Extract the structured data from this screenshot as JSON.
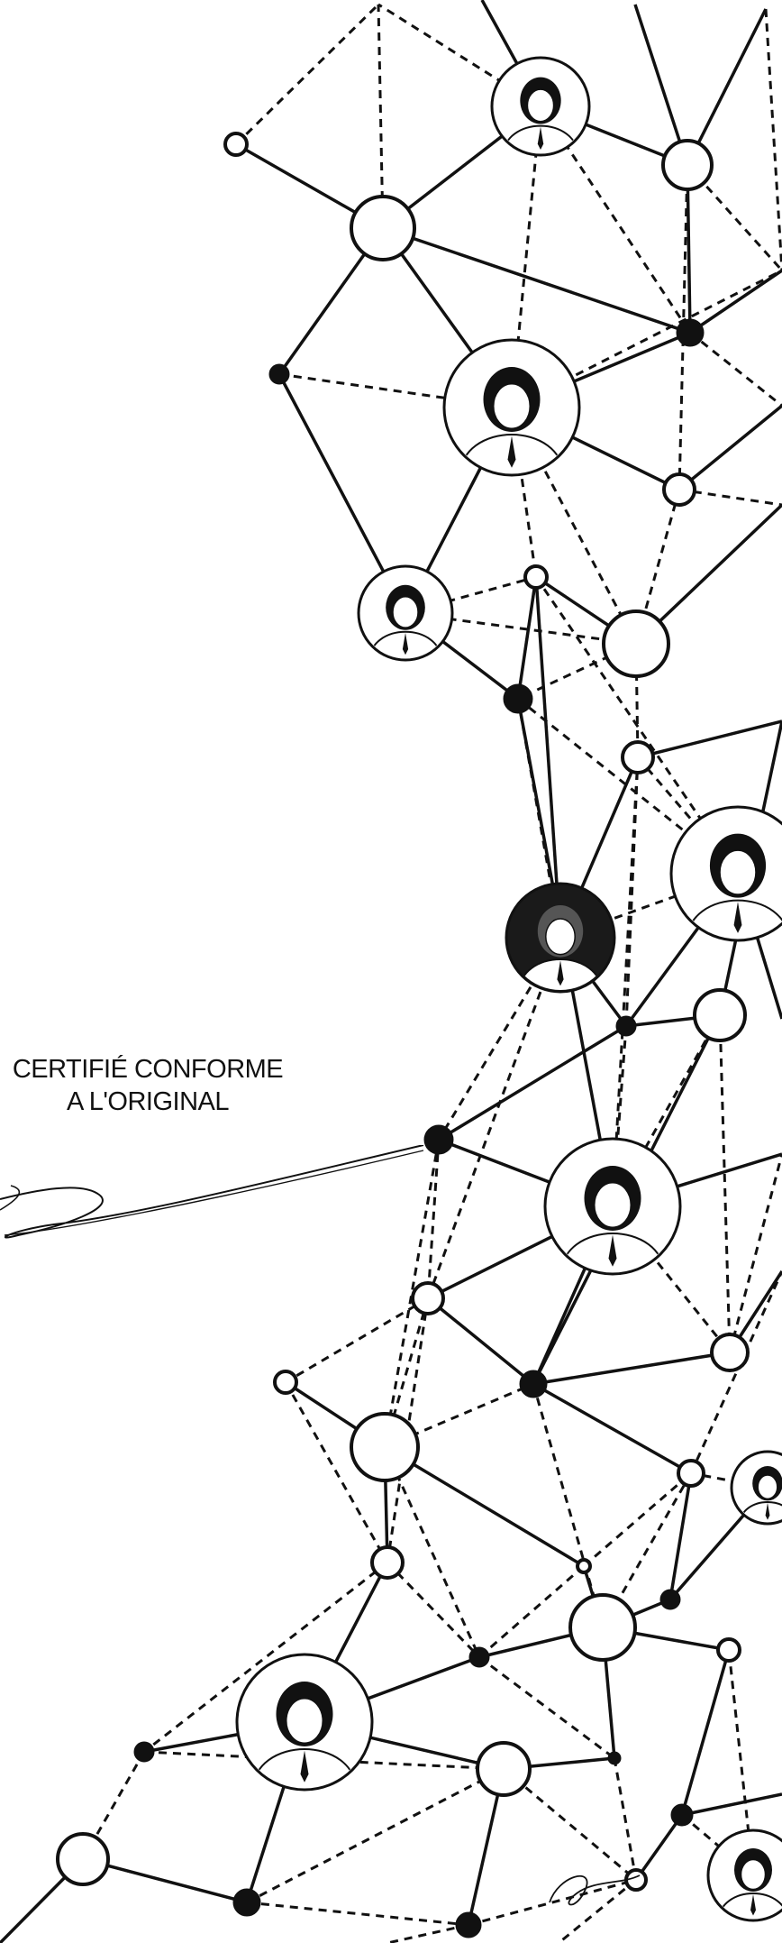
{
  "certification_stamp": {
    "line1": "CERTIFIÉ CONFORME",
    "line2": "A L'ORIGINAL"
  },
  "colors": {
    "ink": "#111111",
    "background": "#ffffff",
    "node_fill": "#ffffff",
    "avatar_dark": "#1a1a1a"
  },
  "icons": {
    "avatar": "person-avatar-icon",
    "node": "network-node",
    "signature": "handwritten-signature"
  }
}
